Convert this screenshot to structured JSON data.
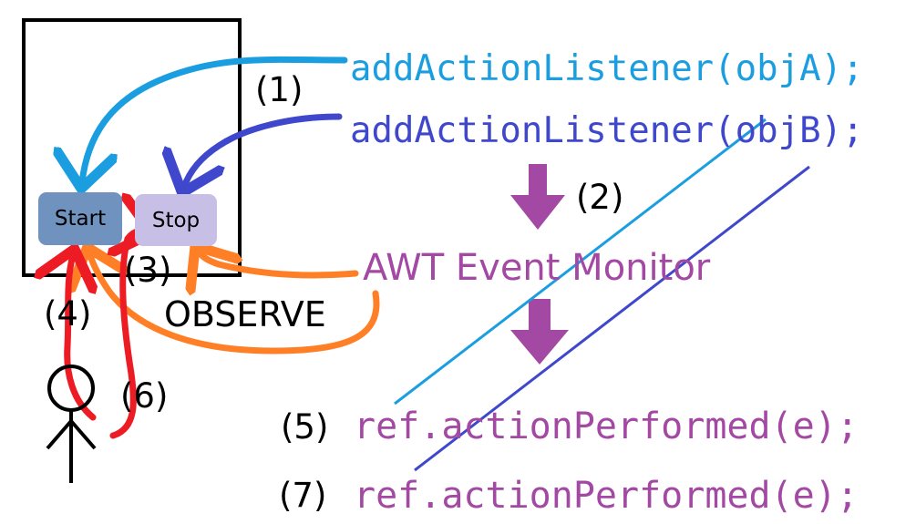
{
  "window": {
    "start_label": "Start",
    "stop_label": "Stop"
  },
  "code": {
    "line_a": "addActionListener(objA);",
    "line_b": "addActionListener(objB);",
    "monitor": "AWT Event Monitor",
    "call_5": "ref.actionPerformed(e);",
    "call_7": "ref.actionPerformed(e);"
  },
  "steps": {
    "s1": "(1)",
    "s2": "(2)",
    "s3": "(3)",
    "s4": "(4)",
    "s5": "(5)",
    "s6": "(6)",
    "s7": "(7)"
  },
  "observe_label": "OBSERVE",
  "colors": {
    "light_blue": "#1b9ee0",
    "indigo": "#3f48cc",
    "purple": "#a349a4",
    "orange": "#ff7f27",
    "red": "#ed1c24",
    "start_button": "#7092be",
    "stop_button": "#c8bfe7"
  }
}
